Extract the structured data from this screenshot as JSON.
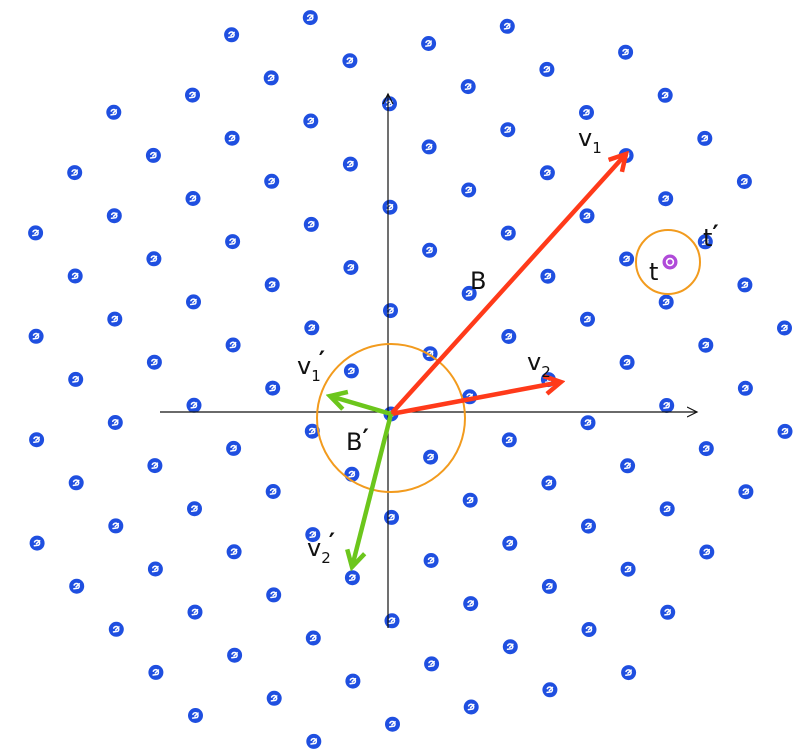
{
  "colors": {
    "lattice_point": "#1f4fe0",
    "axis": "#111111",
    "basis_good": "#ff3a1a",
    "basis_reduced": "#6cc61c",
    "circle": "#f29b1e",
    "target": "#b04ad9"
  },
  "icons": {
    "lattice_point": "lattice-point-icon",
    "target_point": "target-point-icon"
  },
  "labels": {
    "v1": "v",
    "v1_sub": "1",
    "v2": "v",
    "v2_sub": "2",
    "v1p": "v",
    "v1p_sub": "1",
    "v1p_prime": "′",
    "v2p": "v",
    "v2p_sub": "2",
    "v2p_prime": "′",
    "B": "B",
    "Bp": "B",
    "Bp_prime": "′",
    "t": "t",
    "tp": "t",
    "tp_prime": "′"
  }
}
